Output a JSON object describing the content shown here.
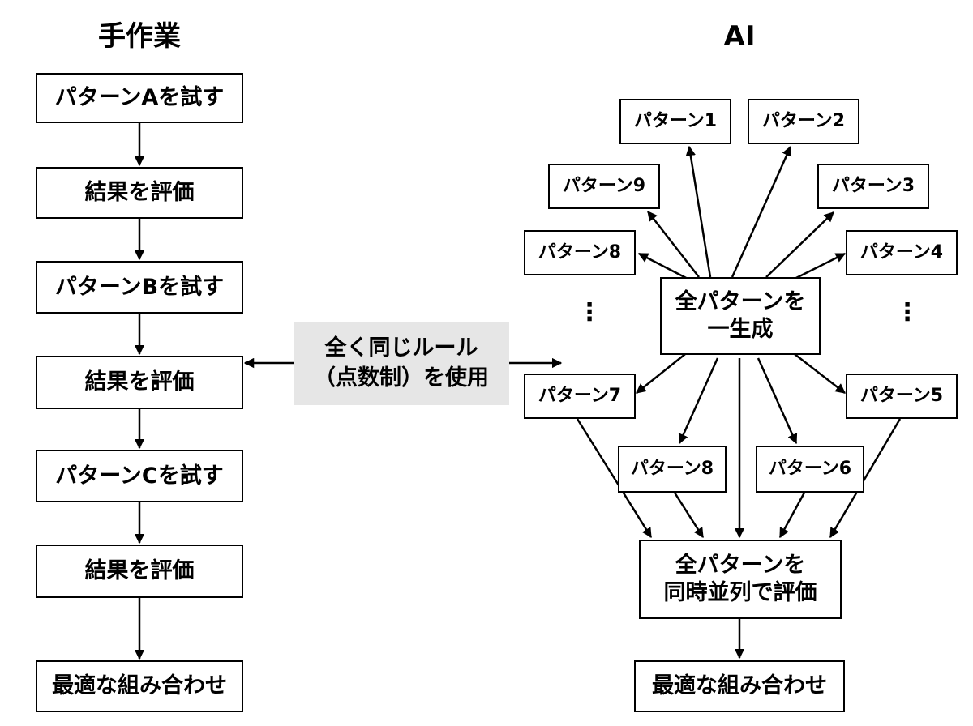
{
  "manual": {
    "title": "手作業",
    "steps": [
      "パターンAを試す",
      "結果を評価",
      "パターンBを試す",
      "結果を評価",
      "パターンCを試す",
      "結果を評価",
      "最適な組み合わせ"
    ]
  },
  "ai": {
    "title": "AI",
    "patterns": {
      "p1": "パターン1",
      "p2": "パターン2",
      "p9": "パターン9",
      "p3": "パターン3",
      "p8": "パターン8",
      "p4": "パターン4",
      "p7": "パターン7",
      "p5": "パターン5",
      "p8b": "パターン8",
      "p6": "パターン6"
    },
    "generate": [
      "全パターンを",
      "一生成"
    ],
    "evaluate": [
      "全パターンを",
      "同時並列で評価"
    ],
    "result": "最適な組み合わせ",
    "dots_left": "⋮",
    "dots_right": "⋮"
  },
  "rule": {
    "line1": "全く同じルール",
    "line2": "（点数制）を使用"
  }
}
